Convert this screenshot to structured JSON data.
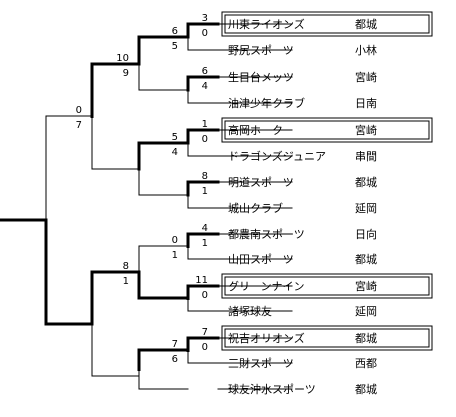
{
  "teams": [
    {
      "name": "川東ライオンズ",
      "region": "都城",
      "boxed": true
    },
    {
      "name": "野尻スポーツ",
      "region": "小林",
      "boxed": false
    },
    {
      "name": "生目台メッツ",
      "region": "宮崎",
      "boxed": false
    },
    {
      "name": "油津少年クラブ",
      "region": "日南",
      "boxed": false
    },
    {
      "name": "高岡ホーク",
      "region": "宮崎",
      "boxed": true
    },
    {
      "name": "ドラゴンズジュニア",
      "region": "串間",
      "boxed": false
    },
    {
      "name": "明道スポーツ",
      "region": "都城",
      "boxed": false
    },
    {
      "name": "城山クラブ",
      "region": "延岡",
      "boxed": false
    },
    {
      "name": "都農南スポーツ",
      "region": "日向",
      "boxed": false
    },
    {
      "name": "山田スポーツ",
      "region": "都城",
      "boxed": false
    },
    {
      "name": "グリーンナイン",
      "region": "宮崎",
      "boxed": true
    },
    {
      "name": "諸塚球友",
      "region": "延岡",
      "boxed": false
    },
    {
      "name": "祝吉オリオンズ",
      "region": "都城",
      "boxed": true
    },
    {
      "name": "三財スポーツ",
      "region": "西都",
      "boxed": false
    },
    {
      "name": "球友沖水スポーツ",
      "region": "都城",
      "boxed": false
    }
  ],
  "matches": [
    {
      "id": "r1-a",
      "top_score": "3",
      "bottom_score": "0",
      "winner": "top"
    },
    {
      "id": "r1-b",
      "top_score": "6",
      "bottom_score": "4",
      "winner": "top"
    },
    {
      "id": "r1-c",
      "top_score": "1",
      "bottom_score": "0",
      "winner": "top"
    },
    {
      "id": "r1-d",
      "top_score": "8",
      "bottom_score": "1",
      "winner": "top"
    },
    {
      "id": "r1-e",
      "top_score": "4",
      "bottom_score": "1",
      "winner": "top"
    },
    {
      "id": "r1-f",
      "top_score": "11",
      "bottom_score": "0",
      "winner": "top"
    },
    {
      "id": "r1-g",
      "top_score": "7",
      "bottom_score": "0",
      "winner": "top"
    },
    {
      "id": "r2-a",
      "top_score": "6",
      "bottom_score": "5",
      "winner": "top"
    },
    {
      "id": "r2-b",
      "top_score": "5",
      "bottom_score": "4",
      "winner": "top"
    },
    {
      "id": "r2-c",
      "top_score": "0",
      "bottom_score": "1",
      "winner": "bottom"
    },
    {
      "id": "r2-d",
      "top_score": "7",
      "bottom_score": "6",
      "winner": "top"
    },
    {
      "id": "r3-a",
      "top_score": "10",
      "bottom_score": "9",
      "winner": "top"
    },
    {
      "id": "r3-b",
      "top_score": "8",
      "bottom_score": "1",
      "winner": "top"
    },
    {
      "id": "final",
      "top_score": "0",
      "bottom_score": "7",
      "winner": "bottom"
    }
  ]
}
